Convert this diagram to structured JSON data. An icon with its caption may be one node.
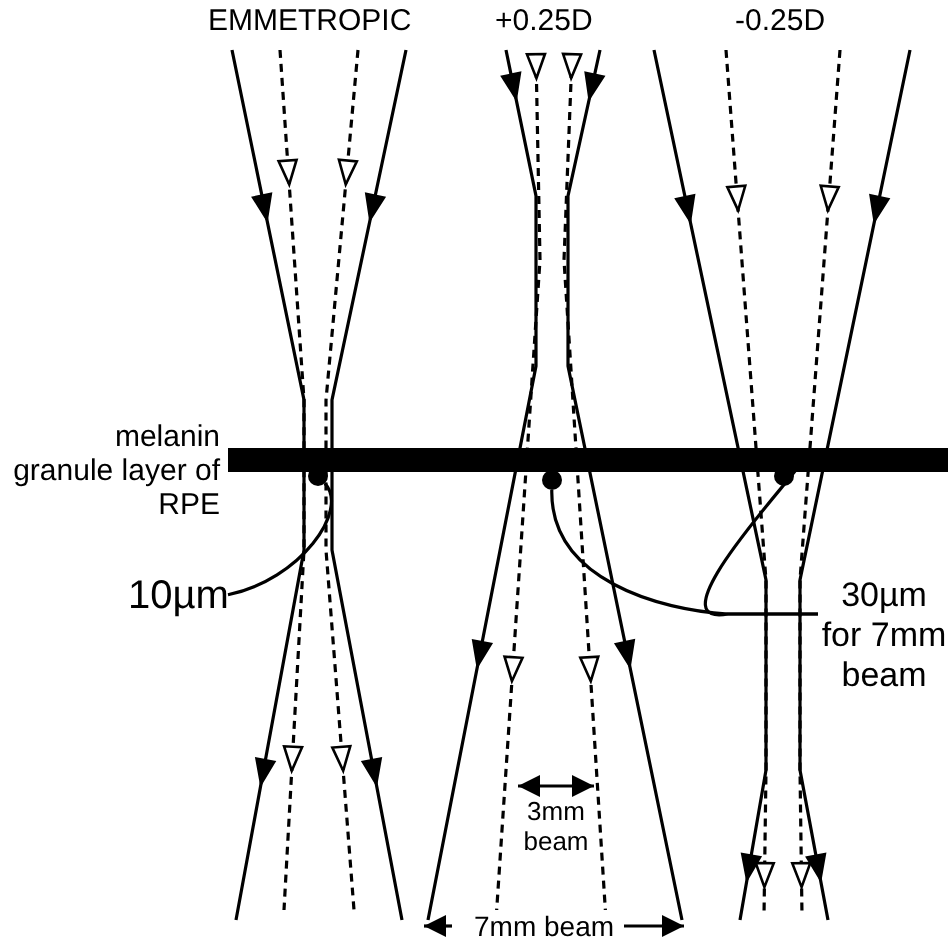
{
  "diagram": {
    "nodes": [
      {
        "text": [
          "10µm"
        ]
      },
      {
        "text": [],
        "shape": "circle"
      },
      {
        "text": [
          "30µm for 7mm beam"
        ]
      },
      {
        "text": [],
        "shape": "circle"
      },
      {
        "text": [],
        "shape": "circle"
      }
    ],
    "edges": [
      {
        "from": 0,
        "to": 1,
        "arrow": "none"
      },
      {
        "from": 2,
        "to": 3,
        "arrow": "none"
      },
      {
        "from": 2,
        "to": 4,
        "arrow": "none"
      }
    ],
    "labels": [
      "EMMETROPIC",
      "+0.25D",
      "-0.25D",
      "melanin granule layer of RPE",
      "3mm beam",
      "7mm beam"
    ]
  }
}
